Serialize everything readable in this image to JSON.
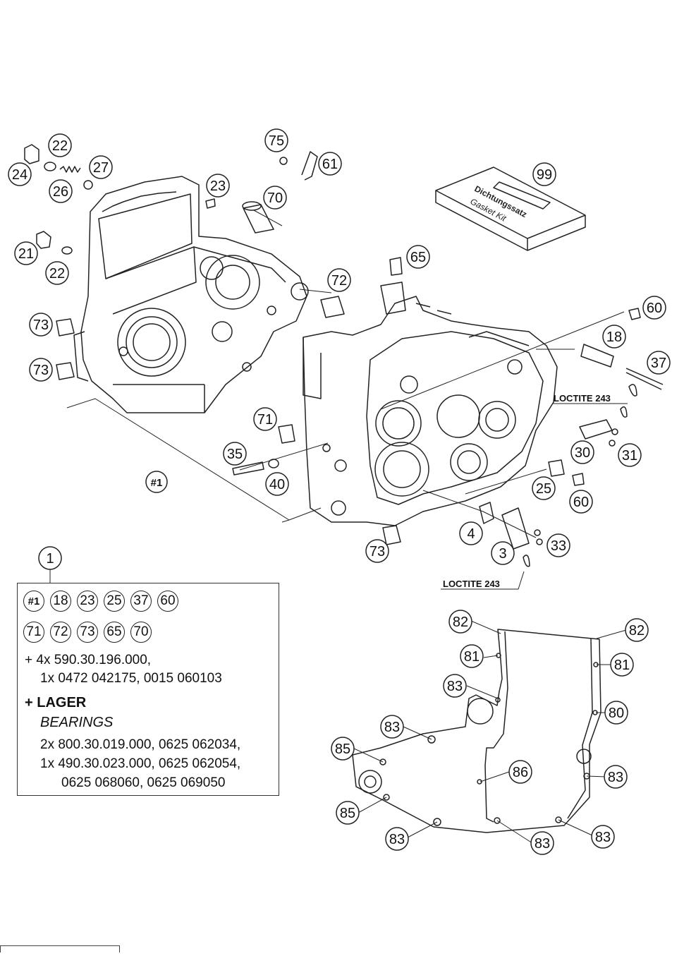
{
  "callouts": [
    {
      "id": "c22a",
      "label": "22"
    },
    {
      "id": "c24",
      "label": "24"
    },
    {
      "id": "c27",
      "label": "27"
    },
    {
      "id": "c26",
      "label": "26"
    },
    {
      "id": "c23",
      "label": "23"
    },
    {
      "id": "c75",
      "label": "75"
    },
    {
      "id": "c61",
      "label": "61"
    },
    {
      "id": "c70",
      "label": "70"
    },
    {
      "id": "c99",
      "label": "99"
    },
    {
      "id": "c21",
      "label": "21"
    },
    {
      "id": "c22b",
      "label": "22"
    },
    {
      "id": "c65",
      "label": "65"
    },
    {
      "id": "c72",
      "label": "72"
    },
    {
      "id": "c73a",
      "label": "73"
    },
    {
      "id": "c60a",
      "label": "60"
    },
    {
      "id": "c18",
      "label": "18"
    },
    {
      "id": "c73b",
      "label": "73"
    },
    {
      "id": "c37",
      "label": "37"
    },
    {
      "id": "c71",
      "label": "71"
    },
    {
      "id": "c35",
      "label": "35"
    },
    {
      "id": "c40",
      "label": "40"
    },
    {
      "id": "c30",
      "label": "30"
    },
    {
      "id": "c31",
      "label": "31"
    },
    {
      "id": "c25",
      "label": "25"
    },
    {
      "id": "c60b",
      "label": "60"
    },
    {
      "id": "c4",
      "label": "4"
    },
    {
      "id": "c3",
      "label": "3"
    },
    {
      "id": "c33",
      "label": "33"
    },
    {
      "id": "c73c",
      "label": "73"
    },
    {
      "id": "c1",
      "label": "1"
    },
    {
      "id": "c82a",
      "label": "82"
    },
    {
      "id": "c82b",
      "label": "82"
    },
    {
      "id": "c81a",
      "label": "81"
    },
    {
      "id": "c81b",
      "label": "81"
    },
    {
      "id": "c83a",
      "label": "83"
    },
    {
      "id": "c80",
      "label": "80"
    },
    {
      "id": "c83b",
      "label": "83"
    },
    {
      "id": "c85a",
      "label": "85"
    },
    {
      "id": "c86",
      "label": "86"
    },
    {
      "id": "c83c",
      "label": "83"
    },
    {
      "id": "c85b",
      "label": "85"
    },
    {
      "id": "c83d",
      "label": "83"
    },
    {
      "id": "c83e",
      "label": "83"
    },
    {
      "id": "c83f",
      "label": "83"
    }
  ],
  "assembly_ref": "#1",
  "loctite_labels": [
    "LOCTITE 243",
    "LOCTITE 243"
  ],
  "gasket_box": {
    "line1": "Dichtungssatz",
    "line2": "Gasket Kit"
  },
  "legend": {
    "row1": [
      "#1",
      "18",
      "23",
      "25",
      "37",
      "60"
    ],
    "row2": [
      "71",
      "72",
      "73",
      "65",
      "70"
    ],
    "line1": "+ 4x 590.30.196.000,",
    "line2": "1x 0472 042175, 0015 060103",
    "heading": "+ LAGER",
    "sub": "BEARINGS",
    "b1": "2x 800.30.019.000, 0625 062034,",
    "b2": "1x 490.30.023.000, 0625 062054,",
    "b3": "0625 068060, 0625 069050"
  }
}
